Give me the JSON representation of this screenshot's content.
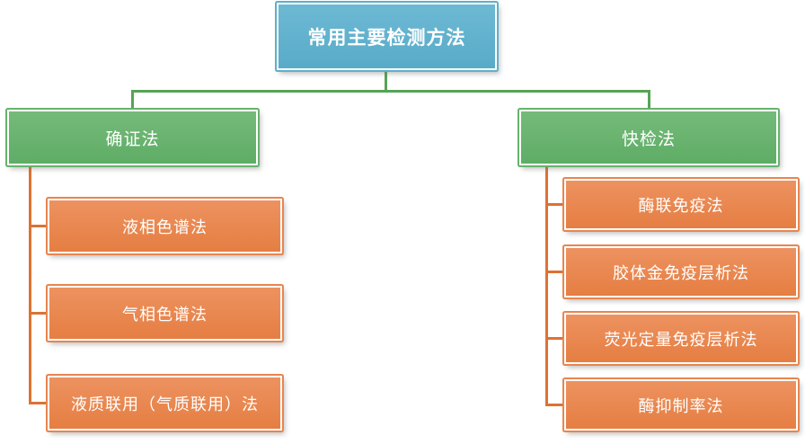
{
  "diagram": {
    "title": "常用主要检测方法",
    "root": {
      "label": "常用主要检测方法",
      "fill_color": "#5fb0cb"
    },
    "branches": [
      {
        "label": "确证法",
        "fill_color": "#66b36c",
        "children": [
          {
            "label": "液相色谱法"
          },
          {
            "label": "气相色谱法"
          },
          {
            "label": "液质联用（气质联用）法"
          }
        ]
      },
      {
        "label": "快检法",
        "fill_color": "#66b36c",
        "children": [
          {
            "label": "酶联免疫法"
          },
          {
            "label": "胶体金免疫层析法"
          },
          {
            "label": "荧光定量免疫层析法"
          },
          {
            "label": "酶抑制率法"
          }
        ]
      }
    ],
    "leaf_fill_color": "#e8854e",
    "connector_colors": {
      "root_to_branches": "#56a456",
      "branch_to_leaves": "#dd7233"
    },
    "text_color": "#ffffff"
  }
}
